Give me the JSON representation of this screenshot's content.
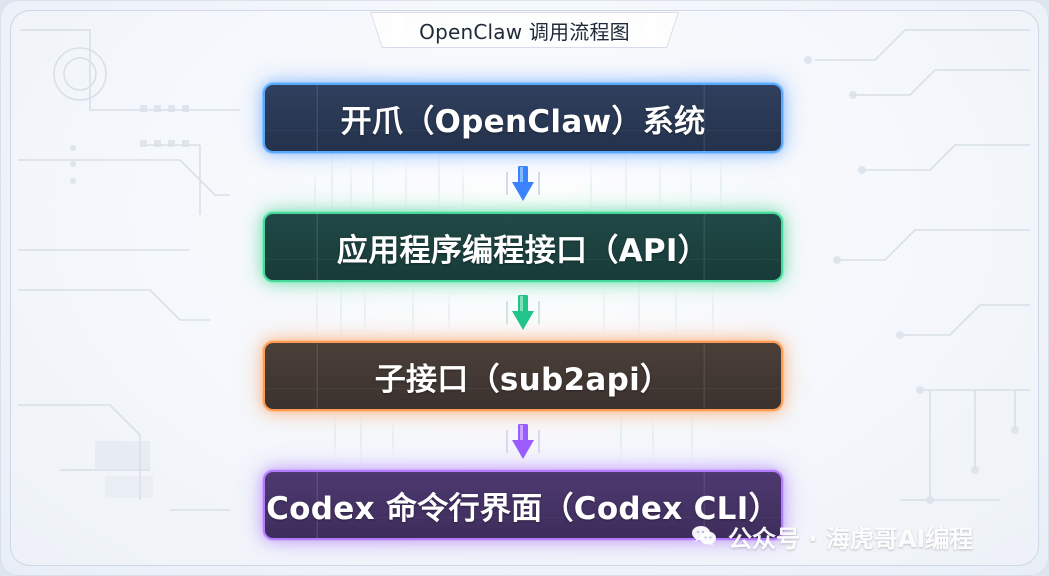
{
  "title": "OpenClaw 调用流程图",
  "nodes": [
    {
      "label": "开爪（OpenClaw）系统",
      "color": "#57a8ff"
    },
    {
      "label": "应用程序编程接口（API）",
      "color": "#47d89a"
    },
    {
      "label": "子接口（sub2api）",
      "color": "#ff9b52"
    },
    {
      "label": "Codex 命令行界面（Codex CLI）",
      "color": "#b57bff"
    }
  ],
  "arrows": [
    {
      "from": "开爪（OpenClaw）系统",
      "to": "应用程序编程接口（API）",
      "color": "#3b82ff"
    },
    {
      "from": "应用程序编程接口（API）",
      "to": "子接口（sub2api）",
      "color": "#22c489"
    },
    {
      "from": "子接口（sub2api）",
      "to": "Codex 命令行界面（Codex CLI）",
      "color": "#9b5cff"
    }
  ],
  "watermark": {
    "text": "公众号 · 海虎哥AI编程",
    "icon": "wechat-icon"
  },
  "theme": {
    "background": "#eef2f8",
    "frame": "#c6d0e0",
    "title_text": "#1f2a38"
  }
}
